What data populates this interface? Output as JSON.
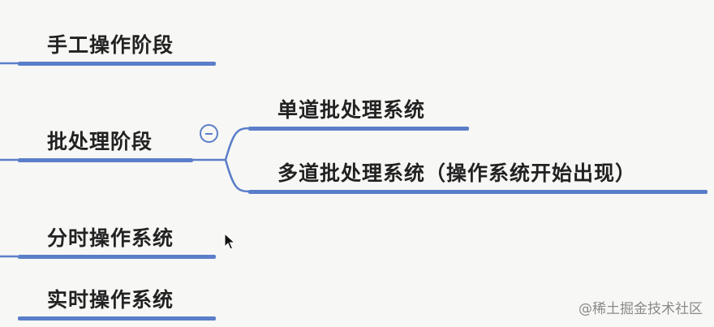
{
  "mindmap": {
    "nodes": [
      {
        "label": "手工操作阶段"
      },
      {
        "label": "批处理阶段"
      },
      {
        "label": "分时操作系统"
      },
      {
        "label": "实时操作系统"
      }
    ],
    "batch_children": [
      {
        "label": "单道批处理系统"
      },
      {
        "label": "多道批处理系统（操作系统开始出现）"
      }
    ],
    "line_color": "#5a7ec9"
  },
  "watermark": "@稀土掘金技术社区"
}
